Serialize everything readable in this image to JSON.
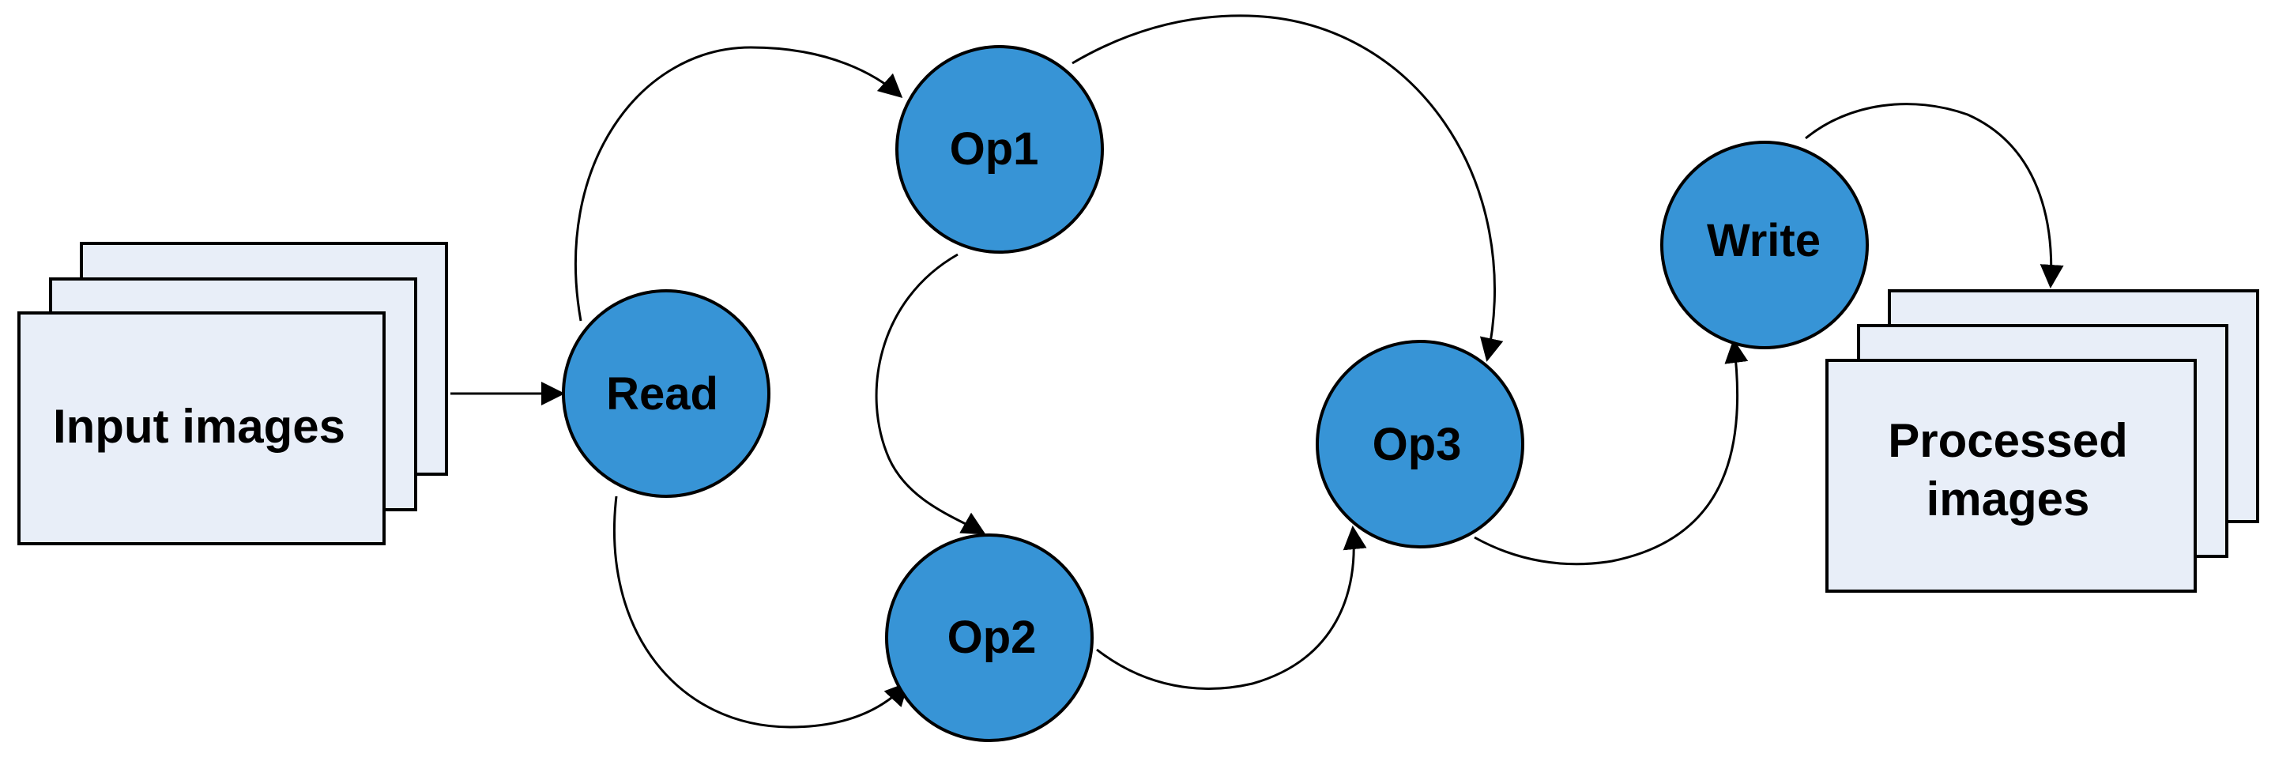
{
  "diagram": {
    "input_stack": {
      "label": "Input images"
    },
    "output_stack": {
      "label_line1": "Processed",
      "label_line2": "images"
    },
    "nodes": {
      "read": "Read",
      "op1": "Op1",
      "op2": "Op2",
      "op3": "Op3",
      "write": "Write"
    },
    "edges": [
      {
        "from": "Input images",
        "to": "Read"
      },
      {
        "from": "Read",
        "to": "Op1"
      },
      {
        "from": "Read",
        "to": "Op2"
      },
      {
        "from": "Op1",
        "to": "Op2"
      },
      {
        "from": "Op1",
        "to": "Op3"
      },
      {
        "from": "Op2",
        "to": "Op3"
      },
      {
        "from": "Op3",
        "to": "Write"
      },
      {
        "from": "Write",
        "to": "Processed images"
      }
    ],
    "colors": {
      "node_fill": "#3794d6",
      "page_fill": "#e8eef8",
      "stroke": "#000000"
    }
  }
}
